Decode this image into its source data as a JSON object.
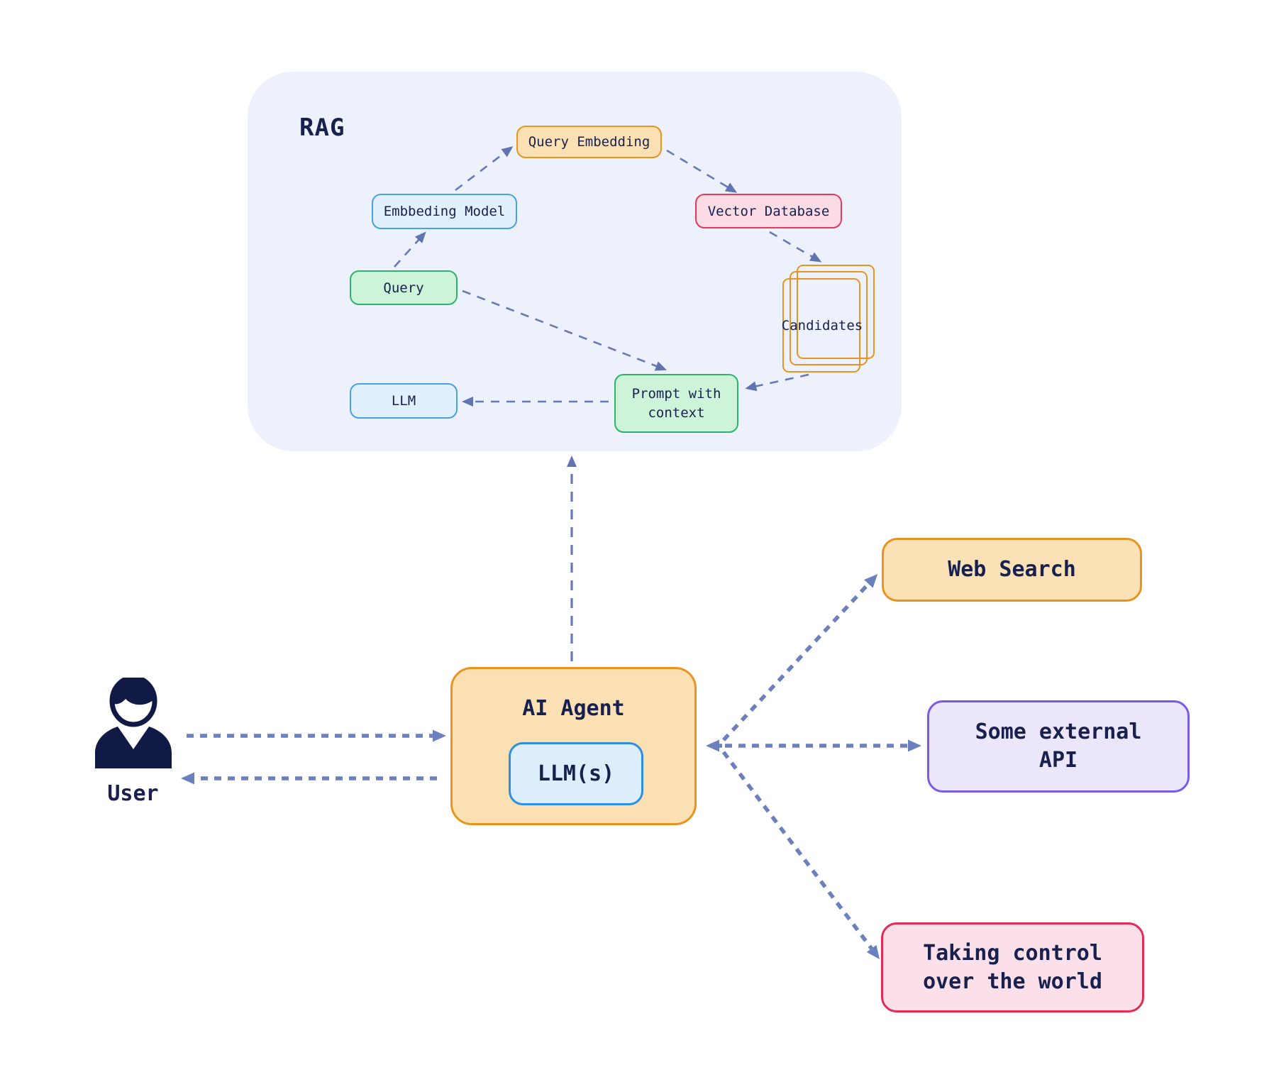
{
  "diagram": {
    "rag": {
      "label": "RAG",
      "nodes": {
        "query_embedding": "Query Embedding",
        "embbeding_model": "Embbeding Model",
        "vector_database": "Vector Database",
        "query": "Query",
        "candidates": "Candidates",
        "llm": "LLM",
        "prompt_with_context": "Prompt with context"
      }
    },
    "user": {
      "label": "User"
    },
    "agent": {
      "title": "AI Agent",
      "inner_label": "LLM(s)"
    },
    "targets": {
      "web_search": "Web Search",
      "external_api": "Some external API",
      "taking_control": "Taking control over the world"
    },
    "edges": [
      {
        "from": "embbeding_model",
        "to": "query_embedding"
      },
      {
        "from": "query_embedding",
        "to": "vector_database"
      },
      {
        "from": "query",
        "to": "embbeding_model"
      },
      {
        "from": "vector_database",
        "to": "candidates"
      },
      {
        "from": "query",
        "to": "prompt_with_context"
      },
      {
        "from": "candidates",
        "to": "prompt_with_context"
      },
      {
        "from": "prompt_with_context",
        "to": "llm"
      },
      {
        "from": "ai_agent",
        "to": "rag"
      },
      {
        "from": "user",
        "to": "ai_agent"
      },
      {
        "from": "ai_agent",
        "to": "user"
      },
      {
        "from": "ai_agent",
        "to": "web_search"
      },
      {
        "from": "ai_agent",
        "to": "external_api"
      },
      {
        "from": "ai_agent",
        "to": "taking_control"
      }
    ],
    "colors": {
      "background": "#FFFFFF",
      "rag_background": "#ECF1FC",
      "text_navy": "#18204E",
      "edge_line": "#6679B8",
      "edge_arrowhead": "#6074B2",
      "orange_border": "#E8941E",
      "orange_fill": "#FBE0B3",
      "blue_border": "#47A0E8",
      "blue_fill": "#E2EFFC",
      "llms_border": "#2E8FE0",
      "llms_fill": "#DCEEFC",
      "green_border": "#2DB468",
      "green_fill": "#CDF3D9",
      "crimson_border": "#E63A5D",
      "pink_fill": "#FBDCE4",
      "purple_border": "#7B5BE6",
      "lavender_fill": "#ECE6FB"
    }
  }
}
